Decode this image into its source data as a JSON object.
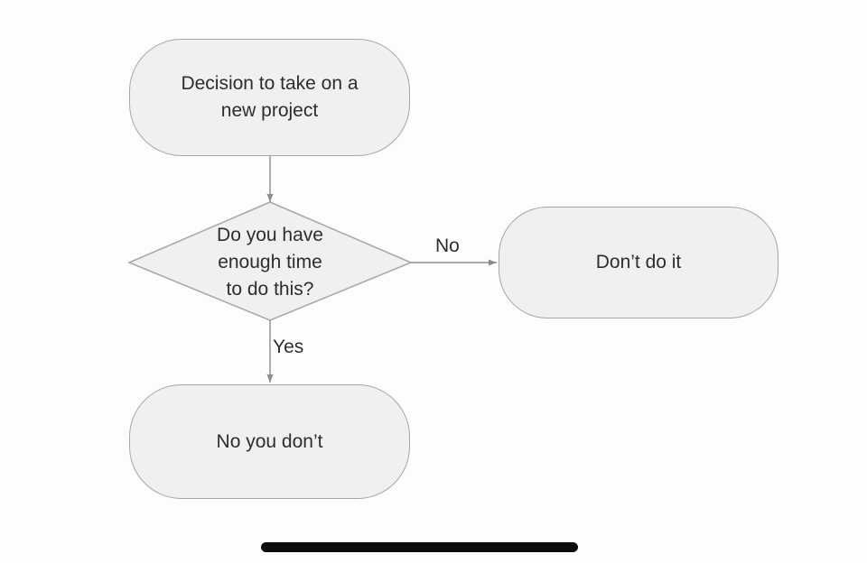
{
  "flowchart": {
    "nodes": [
      {
        "id": "start",
        "type": "terminator",
        "label": "Decision to take on a\nnew project"
      },
      {
        "id": "decision",
        "type": "decision",
        "label": "Do you have\nenough time\nto do this?"
      },
      {
        "id": "dont-do-it",
        "type": "terminator",
        "label": "Don’t do it"
      },
      {
        "id": "no-you-dont",
        "type": "terminator",
        "label": "No you don’t"
      }
    ],
    "edges": [
      {
        "id": "start-to-decision",
        "from": "start",
        "to": "decision"
      },
      {
        "id": "decision-no",
        "from": "decision",
        "to": "dont-do-it",
        "label": "No"
      },
      {
        "id": "decision-yes",
        "from": "decision",
        "to": "no-you-dont",
        "label": "Yes"
      }
    ],
    "colors": {
      "background": "#fdfdfd",
      "node_fill": "#f0f0f0",
      "node_border": "#a6a6a6",
      "line": "#8c8c8c",
      "text": "#2d2d2d",
      "home_bar": "#0b0b0b"
    }
  }
}
